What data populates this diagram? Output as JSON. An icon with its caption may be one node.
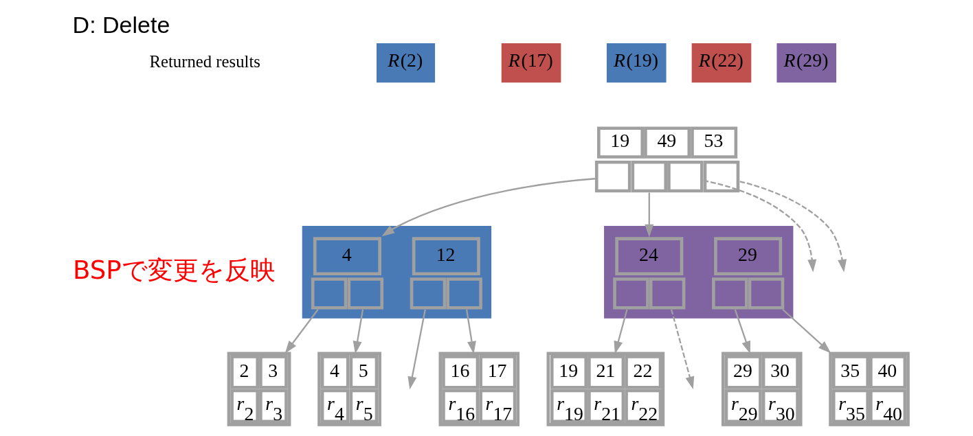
{
  "diagram": {
    "title": "D: Delete",
    "nodes": [
      {
        "text": [
          "*R*(2)"
        ]
      },
      {
        "text": [
          "*R*(17)"
        ]
      },
      {
        "text": [
          "*R*(19)"
        ]
      },
      {
        "text": [
          "*R*(22)"
        ]
      },
      {
        "text": [
          "*R*(29)"
        ]
      },
      {
        "text": [
          "19",
          "49",
          "53"
        ]
      },
      {
        "text": [],
        "shape": "box"
      },
      {
        "text": [
          "4"
        ],
        "in": 6
      },
      {
        "text": [
          "12"
        ],
        "in": 6
      },
      {
        "text": [],
        "shape": "box"
      },
      {
        "text": [
          "24"
        ],
        "in": 9
      },
      {
        "text": [
          "29"
        ],
        "in": 9
      },
      {
        "text": [
          "2",
          "3",
          "*r*$_{2}$",
          "*r*$_{3}$"
        ]
      },
      {
        "text": [
          "4",
          "5",
          "*r*$_{4}$",
          "*r*$_{5}$"
        ]
      },
      {
        "text": [
          "16",
          "17",
          "*r*$_{16}$",
          "*r*$_{17}$"
        ]
      },
      {
        "text": [
          "19",
          "21",
          "22",
          "*r*$_{19}$",
          "*r*$_{21}$",
          "*r*$_{22}$"
        ]
      },
      {
        "text": [
          "29",
          "30",
          "*r*$_{29}$",
          "*r*$_{30}$"
        ]
      },
      {
        "text": [
          "35",
          "40",
          "*r*$_{35}$",
          "*r*$_{40}$"
        ]
      }
    ],
    "edges": [
      {
        "from": 5,
        "to": 7,
        "arrow": "to"
      },
      {
        "from": 5,
        "to": 10,
        "arrow": "to"
      },
      {
        "from": 5,
        "to": null,
        "arrow": "to",
        "style": "dashed"
      },
      {
        "from": 5,
        "to": null,
        "arrow": "to",
        "style": "dashed"
      },
      {
        "from": 7,
        "to": 12,
        "arrow": "to"
      },
      {
        "from": 7,
        "to": 13,
        "arrow": "to"
      },
      {
        "from": 8,
        "to": null,
        "arrow": "to"
      },
      {
        "from": 8,
        "to": 14,
        "arrow": "to"
      },
      {
        "from": 10,
        "to": 15,
        "arrow": "to"
      },
      {
        "from": 10,
        "to": null,
        "arrow": "to",
        "style": "dashed"
      },
      {
        "from": 11,
        "to": 16,
        "arrow": "to"
      },
      {
        "from": 11,
        "to": 17,
        "arrow": "to"
      }
    ],
    "labels": [
      "Returned results",
      "BSPで変更を反映"
    ]
  }
}
